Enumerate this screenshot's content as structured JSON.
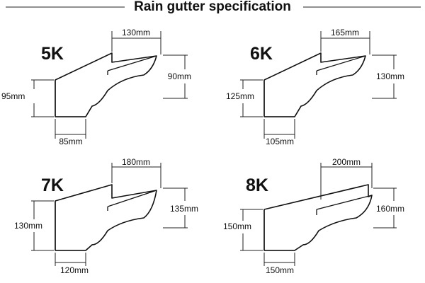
{
  "title": "Rain gutter specification",
  "gutters": [
    {
      "model": "5K",
      "top_width": "130mm",
      "front_height": "90mm",
      "back_height": "95mm",
      "bottom_width": "85mm"
    },
    {
      "model": "6K",
      "top_width": "165mm",
      "front_height": "130mm",
      "back_height": "125mm",
      "bottom_width": "105mm"
    },
    {
      "model": "7K",
      "top_width": "180mm",
      "front_height": "135mm",
      "back_height": "130mm",
      "bottom_width": "120mm"
    },
    {
      "model": "8K",
      "top_width": "200mm",
      "front_height": "160mm",
      "back_height": "150mm",
      "bottom_width": "150mm"
    }
  ],
  "colors": {
    "line": "#111111",
    "background": "#ffffff"
  }
}
